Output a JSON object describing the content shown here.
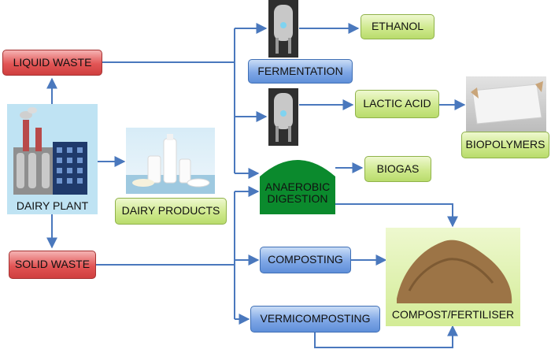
{
  "nodes": {
    "liquid_waste": "LIQUID WASTE",
    "solid_waste": "SOLID WASTE",
    "dairy_plant": "DAIRY PLANT",
    "dairy_products": "DAIRY PRODUCTS",
    "fermentation": "FERMENTATION",
    "ethanol": "ETHANOL",
    "lactic_acid": "LACTIC ACID",
    "biopolymers": "BIOPOLYMERS",
    "anaerobic_digestion_line1": "ANAEROBIC",
    "anaerobic_digestion_line2": "DIGESTION",
    "biogas": "BIOGAS",
    "composting": "COMPOSTING",
    "vermicomposting": "VERMICOMPOSTING",
    "compost_fertiliser": "COMPOST/FERTILISER"
  },
  "colors": {
    "arrow": "#4a78bd",
    "waste_box": "#e25555",
    "product_box": "#cfe98e",
    "process_box": "#7fa7e6",
    "digester": "#0b8a2d"
  }
}
